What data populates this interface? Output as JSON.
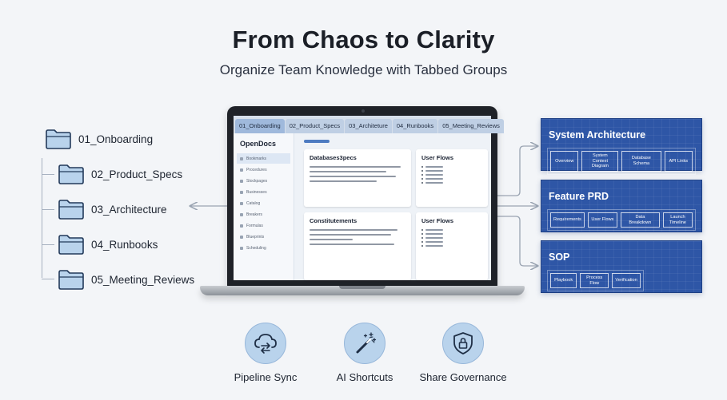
{
  "header": {
    "title": "From Chaos to Clarity",
    "subtitle": "Organize Team Knowledge with Tabbed Groups"
  },
  "folders": [
    {
      "label": "01_Onboarding"
    },
    {
      "label": "02_Product_Specs"
    },
    {
      "label": "03_Architecture"
    },
    {
      "label": "04_Runbooks"
    },
    {
      "label": "05_Meeting_Reviews"
    }
  ],
  "laptop": {
    "tabs": [
      "01_Onboarding",
      "02_Product_Specs",
      "03_Architeture",
      "04_Runbooks",
      "05_Meeting_Reviews"
    ],
    "sidebar_title": "OpenDocs",
    "sidebar_items": [
      "Bookmarks",
      "Procedures",
      "Stockpages",
      "Businesses",
      "Catalog",
      "Breakers",
      "Formulas",
      "Blueprints",
      "Scheduling"
    ],
    "cards": {
      "top_left_title": "Databases3pecs",
      "top_right_title": "User Flows",
      "bottom_left_title": "Constitutements",
      "bottom_right_title": "User Flows"
    }
  },
  "panels": [
    {
      "title": "System Architecture",
      "chips": [
        "Overview",
        "System\nContext Diagram",
        "Database Schema",
        "API Links"
      ]
    },
    {
      "title": "Feature PRD",
      "chips": [
        "Requirements",
        "User Flows",
        "Data Breakdown",
        "Launch\nTimeline"
      ]
    },
    {
      "title": "SOP",
      "chips": [
        "Playbook",
        "Process Flow",
        "Verification"
      ]
    }
  ],
  "features": [
    {
      "label": "Pipeline Sync",
      "icon": "cloud-sync-icon"
    },
    {
      "label": "AI Shortcuts",
      "icon": "magic-wand-icon"
    },
    {
      "label": "Share Governance",
      "icon": "shield-lock-icon"
    }
  ],
  "colors": {
    "background": "#f3f5f8",
    "panel_blue": "#2e56a6",
    "folder_fill": "#b9d3ec",
    "folder_stroke": "#233a5a",
    "tab_active": "#9fb9dc",
    "feature_circle": "#b9d3ec"
  }
}
